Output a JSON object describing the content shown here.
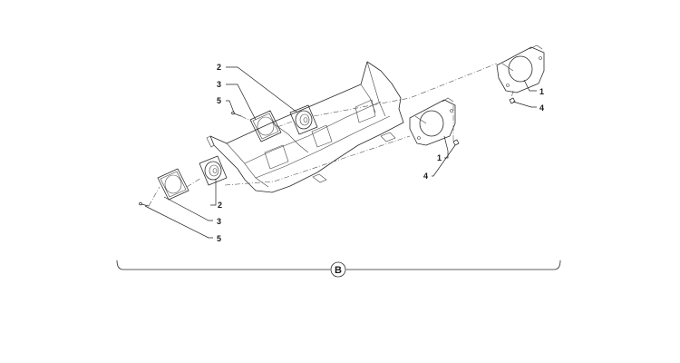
{
  "callouts": {
    "speaker_upper": "2",
    "grille_upper": "3",
    "screw_upper": "5",
    "speaker_lower": "2",
    "grille_lower": "3",
    "screw_lower": "5",
    "bracket_right": "1",
    "nut_right": "4",
    "bracket_center": "1",
    "nut_center": "4"
  },
  "section": {
    "label": "B"
  }
}
